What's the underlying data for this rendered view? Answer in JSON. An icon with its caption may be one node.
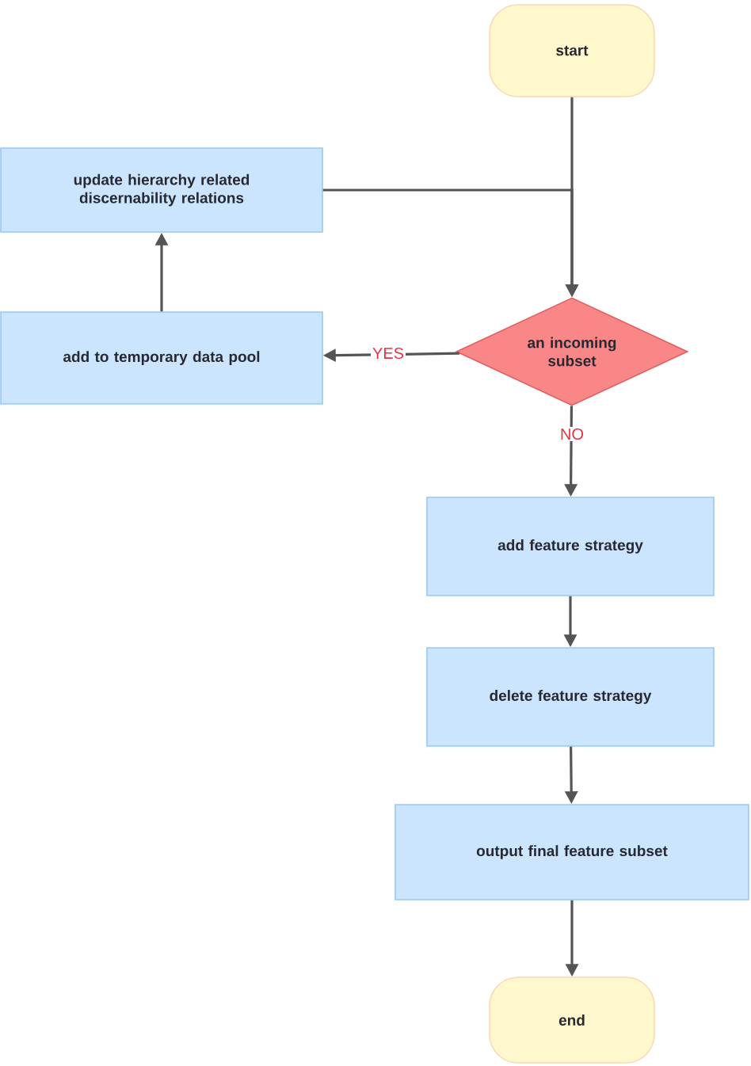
{
  "diagram": {
    "nodes": [
      {
        "text": [
          "start"
        ]
      },
      {
        "text": [
          "update hierarchy related discernability relations"
        ]
      },
      {
        "text": [
          "add to temporary data pool"
        ]
      },
      {
        "text": [
          "an incoming subset"
        ]
      },
      {
        "text": [
          "add feature strategy"
        ]
      },
      {
        "text": [
          "delete feature strategy"
        ]
      },
      {
        "text": [
          "output final feature subset"
        ]
      },
      {
        "text": [
          "end"
        ]
      }
    ],
    "edges": [
      {
        "from": 0,
        "to": 3,
        "arrow": "to"
      },
      {
        "from": 1,
        "to": 3,
        "arrow": "to"
      },
      {
        "from": 3,
        "to": 2,
        "arrow": "to",
        "label": "YES"
      },
      {
        "from": 2,
        "to": 1,
        "arrow": "to"
      },
      {
        "from": 3,
        "to": 4,
        "arrow": "to",
        "label": "NO"
      },
      {
        "from": 4,
        "to": 5,
        "arrow": "to"
      },
      {
        "from": 5,
        "to": 6,
        "arrow": "to"
      },
      {
        "from": 6,
        "to": 7,
        "arrow": "to"
      }
    ]
  }
}
